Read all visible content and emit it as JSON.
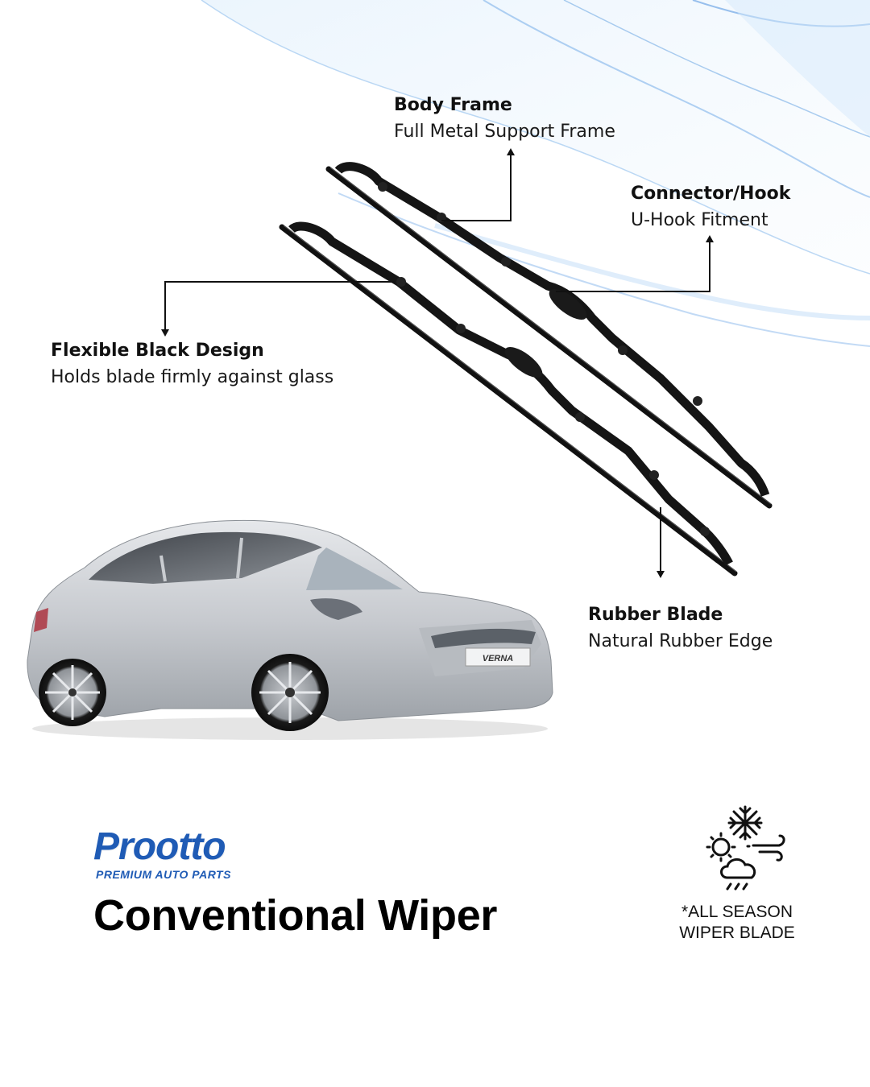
{
  "callouts": {
    "body_frame": {
      "title": "Body Frame",
      "subtitle": "Full Metal Support Frame"
    },
    "connector": {
      "title": "Connector/Hook",
      "subtitle": "U-Hook Fitment"
    },
    "flexible": {
      "title": "Flexible Black Design",
      "subtitle": "Holds blade firmly against glass"
    },
    "rubber": {
      "title": "Rubber Blade",
      "subtitle": "Natural Rubber Edge"
    }
  },
  "car": {
    "badge": "VERNA",
    "icon": "car-image"
  },
  "brand": {
    "name": "Prootto",
    "tagline": "PREMIUM AUTO PARTS",
    "color": "#1f5bb5"
  },
  "product": {
    "title": "Conventional Wiper"
  },
  "season": {
    "icon": "all-weather-icon",
    "line1": "*ALL SEASON",
    "line2": "WIPER BLADE"
  },
  "colors": {
    "accent_blue": "#1f5bb5",
    "wave_blue": "#a9d0f5",
    "text": "#111111"
  }
}
